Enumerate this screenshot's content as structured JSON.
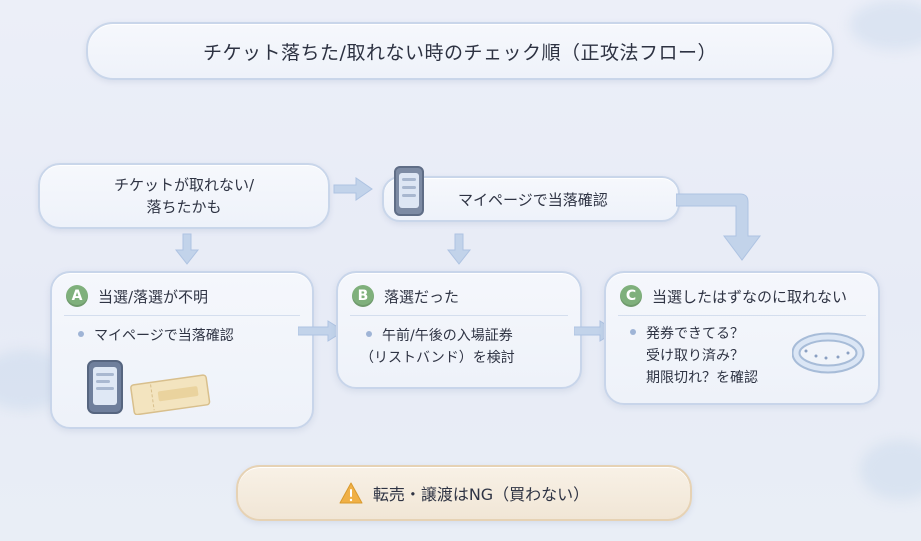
{
  "title": "チケット落ちた/取れない時のチェック順（正攻法フロー）",
  "start": {
    "line1": "チケットが取れない/",
    "line2": "落ちたかも"
  },
  "mypage": {
    "label": "マイページで当落確認"
  },
  "cards": [
    {
      "badge": "A",
      "heading": "当選/落選が不明",
      "bullets": [
        "マイページで当落確認"
      ]
    },
    {
      "badge": "B",
      "heading": "落選だった",
      "bullets": [
        "午前/午後の入場証券",
        "（リストバンド）を検討"
      ]
    },
    {
      "badge": "C",
      "heading": "当選したはずなのに取れない",
      "bullets": [
        "発券できてる？",
        "受け取り済み？",
        "期限切れ？を確認"
      ]
    }
  ],
  "warning": {
    "text": "転売・譲渡はNG（買わない）"
  },
  "colors": {
    "badge": "#7fb07c",
    "arrow": "#b9cbe6",
    "card_border": "#c8d5ea",
    "warning_bg": "#f4ebdd"
  },
  "icons": [
    "phone-icon",
    "ticket-icon",
    "wristband-icon",
    "warning-icon"
  ]
}
